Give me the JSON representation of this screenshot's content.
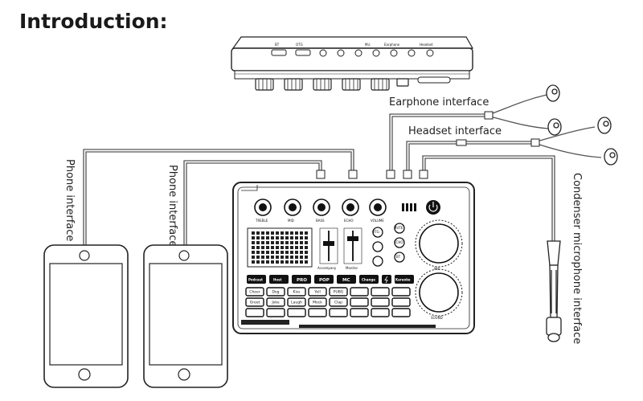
{
  "title": "Introduction:",
  "labels": {
    "earphone": "Earphone interface",
    "headset": "Headset interface",
    "phone_left": "Phone interface",
    "phone_right": "Phone interface",
    "condenser": "Condenser microphone interface"
  },
  "mixer": {
    "knobs": [
      "TREBLE",
      "MID",
      "BASS",
      "ECHO",
      "VOLUME"
    ],
    "fader_labels": [
      "Accompany",
      "Monitor"
    ],
    "mode_buttons": [
      "Podcast",
      "Host",
      "PRO",
      "POP",
      "MC",
      "Change",
      "Karaoke"
    ],
    "side_buttons": [
      "MUTE",
      "ECHO",
      "BT",
      "OTG"
    ],
    "effect_row_1": [
      "Cheer",
      "Dog",
      "Kiss",
      "Yell",
      "PUBG"
    ],
    "effect_row_2": [
      "Greet",
      "Joke",
      "Laugh",
      "Mock",
      "Clap"
    ],
    "dial_labels": [
      "MIC",
      "SOUND"
    ]
  },
  "back_panel": {
    "port_labels": [
      "BT",
      "OTG",
      "Mic",
      "Earphone",
      "Headset"
    ]
  }
}
